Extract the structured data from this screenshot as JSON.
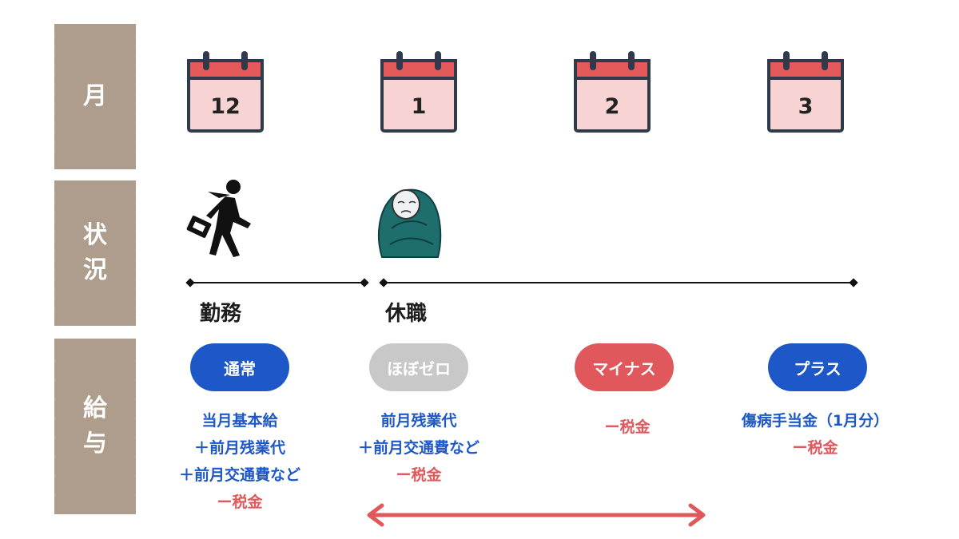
{
  "row_labels": {
    "month": "月",
    "status_line1": "状",
    "status_line2": "況",
    "pay_line1": "給",
    "pay_line2": "与"
  },
  "months": [
    "12",
    "1",
    "2",
    "3"
  ],
  "status": {
    "working": "勤務",
    "leave": "休職"
  },
  "pills": [
    {
      "label": "通常",
      "color": "#1d57c8"
    },
    {
      "label": "ほぼゼロ",
      "color": "#c8c8c8"
    },
    {
      "label": "マイナス",
      "color": "#e0575c"
    },
    {
      "label": "プラス",
      "color": "#1d57c8"
    }
  ],
  "pay": {
    "dec": {
      "l1": "当月基本給",
      "l2": "＋前月残業代",
      "l3": "＋前月交通費など",
      "l4": "ー税金"
    },
    "jan": {
      "l1": "前月残業代",
      "l2": "＋前月交通費など",
      "l3": "ー税金"
    },
    "feb": {
      "l1": "ー税金"
    },
    "mar": {
      "l1": "傷病手当金（1月分）",
      "l2": "ー税金"
    }
  },
  "colors": {
    "label_bg": "#ae9c8c",
    "calendar_top": "#e45a5a",
    "calendar_body": "#f8d3d3",
    "arrow": "#e0575c"
  },
  "icons": [
    "calendar-icon",
    "businessman-walking-icon",
    "sick-person-blanket-icon",
    "double-arrow-icon"
  ]
}
